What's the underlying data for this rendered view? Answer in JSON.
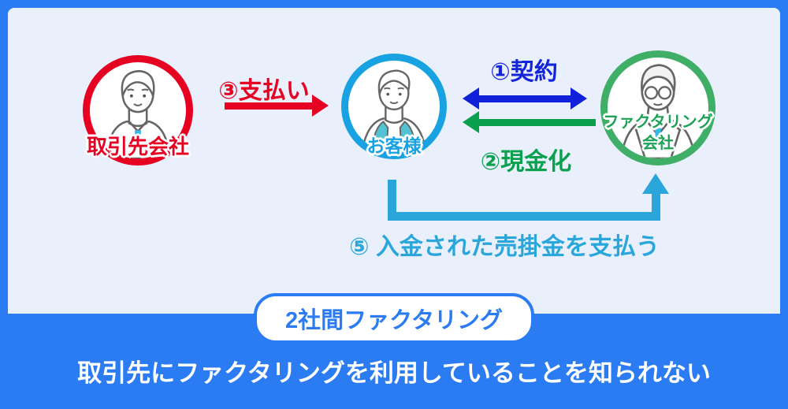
{
  "diagram": {
    "actors": {
      "client": {
        "label": "取引先会社",
        "color": "#e60021"
      },
      "customer": {
        "label": "お客様",
        "color": "#18a2e2"
      },
      "factoring": {
        "label_line1": "ファクタリング",
        "label_line2": "会社",
        "color": "#1fa257"
      }
    },
    "arrows": {
      "payment": {
        "label": "③支払い",
        "color": "#e60021",
        "direction": "client-to-customer"
      },
      "contract": {
        "label": "①契約",
        "color": "#1120d9",
        "direction": "customer-and-factoring-both-ways"
      },
      "cash": {
        "label": "②現金化",
        "color": "#0aa04e",
        "direction": "factoring-to-customer"
      },
      "repay": {
        "label": "⑤ 入金された売掛金を支払う",
        "color": "#2aa6db",
        "direction": "customer-to-factoring"
      }
    },
    "badge": {
      "label": "2社間ファクタリング"
    },
    "footer": {
      "text": "取引先にファクタリングを利用していることを知られない"
    }
  },
  "colors": {
    "frame_blue": "#2b7bf3",
    "panel_background": "#e9f0fc",
    "apron_teal": "#53c3d3",
    "tie_cyan": "#35b9e9"
  }
}
